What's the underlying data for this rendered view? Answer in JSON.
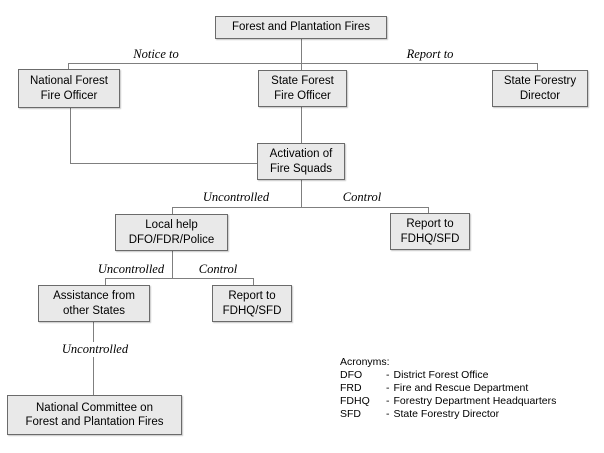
{
  "colors": {
    "background": "#ffffff",
    "box_fill": "#e9e9e9",
    "box_border": "#6b6b6b",
    "connector": "#7f7f7f",
    "text": "#000000"
  },
  "nodes": {
    "root": {
      "lines": [
        "Forest and Plantation Fires"
      ]
    },
    "national_forest_fire_officer": {
      "lines": [
        "National Forest",
        "Fire Officer"
      ]
    },
    "state_forest_fire_officer": {
      "lines": [
        "State Forest",
        "Fire Officer"
      ]
    },
    "state_forestry_director": {
      "lines": [
        "State Forestry",
        "Director"
      ]
    },
    "activation_of_fire_squads": {
      "lines": [
        "Activation of",
        "Fire Squads"
      ]
    },
    "local_help": {
      "lines": [
        "Local help",
        "DFO/FDR/Police"
      ]
    },
    "report_to_fdhq_sfd_1": {
      "lines": [
        "Report to",
        "FDHQ/SFD"
      ]
    },
    "assistance_from_other_states": {
      "lines": [
        "Assistance from",
        "other States"
      ]
    },
    "report_to_fdhq_sfd_2": {
      "lines": [
        "Report to",
        "FDHQ/SFD"
      ]
    },
    "national_committee": {
      "lines": [
        "National Committee on",
        "Forest and Plantation Fires"
      ]
    }
  },
  "edge_labels": {
    "notice_to": "Notice to",
    "report_to": "Report to",
    "uncontrolled_1": "Uncontrolled",
    "control_1": "Control",
    "uncontrolled_2": "Uncontrolled",
    "control_2": "Control",
    "uncontrolled_3": "Uncontrolled"
  },
  "acronyms": {
    "title": "Acronyms:",
    "separator": "-",
    "items": [
      {
        "abbr": "DFO",
        "definition": "District Forest Office"
      },
      {
        "abbr": "FRD",
        "definition": "Fire and Rescue Department"
      },
      {
        "abbr": "FDHQ",
        "definition": "Forestry Department Headquarters"
      },
      {
        "abbr": "SFD",
        "definition": "State Forestry Director"
      }
    ]
  }
}
